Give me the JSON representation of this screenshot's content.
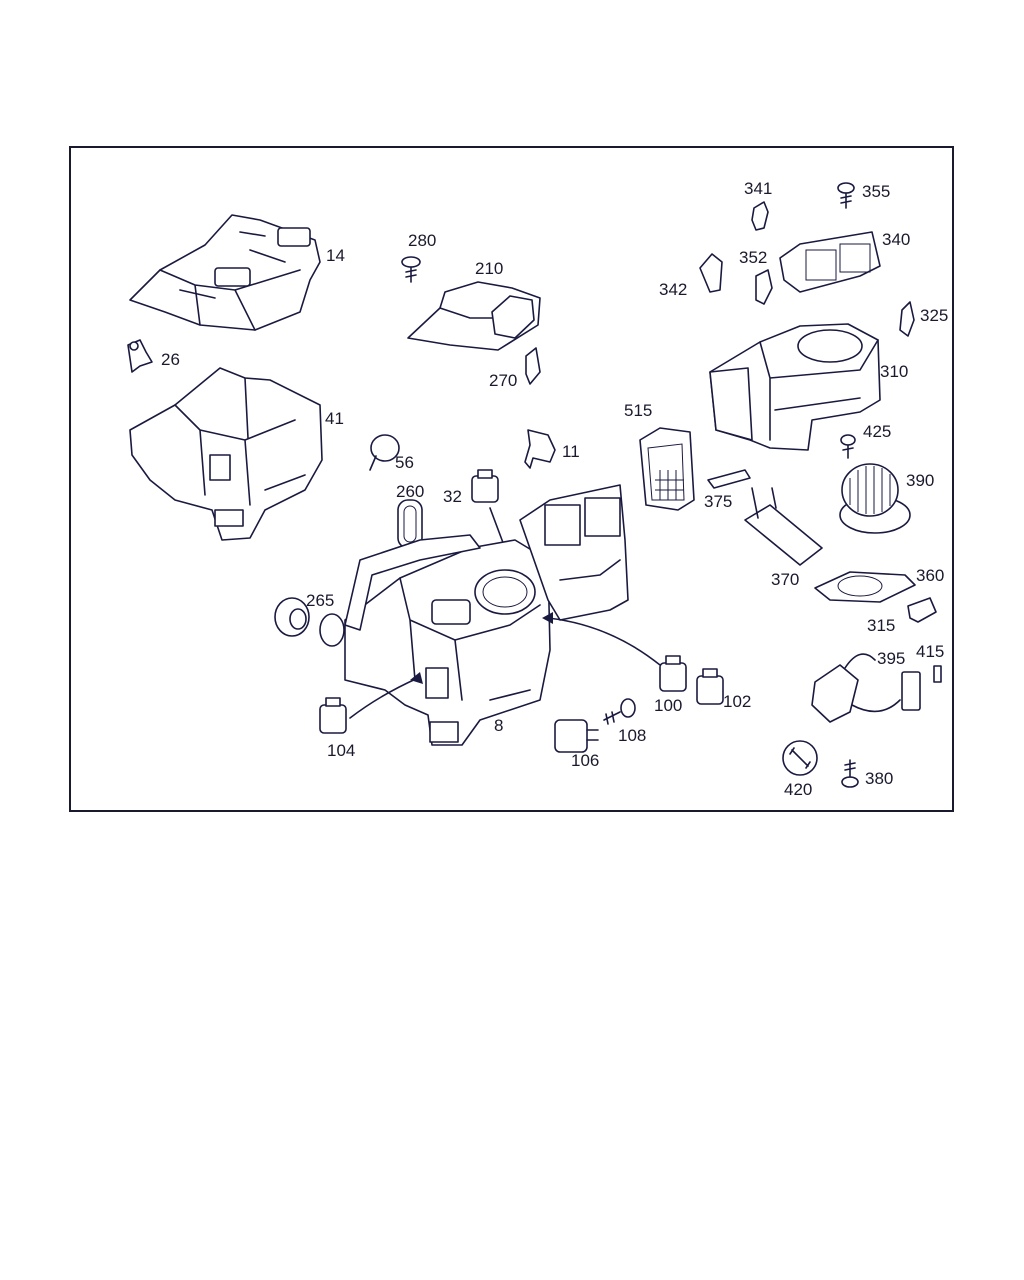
{
  "colors": {
    "line": "#1a1a40",
    "background": "#ffffff"
  },
  "labels": [
    {
      "id": "14",
      "text": "14"
    },
    {
      "id": "26",
      "text": "26"
    },
    {
      "id": "41",
      "text": "41"
    },
    {
      "id": "280",
      "text": "280"
    },
    {
      "id": "210",
      "text": "210"
    },
    {
      "id": "270",
      "text": "270"
    },
    {
      "id": "56",
      "text": "56"
    },
    {
      "id": "11",
      "text": "11"
    },
    {
      "id": "260",
      "text": "260"
    },
    {
      "id": "32",
      "text": "32"
    },
    {
      "id": "265",
      "text": "265"
    },
    {
      "id": "104",
      "text": "104"
    },
    {
      "id": "8",
      "text": "8"
    },
    {
      "id": "106",
      "text": "106"
    },
    {
      "id": "108",
      "text": "108"
    },
    {
      "id": "100",
      "text": "100"
    },
    {
      "id": "102",
      "text": "102"
    },
    {
      "id": "515",
      "text": "515"
    },
    {
      "id": "341",
      "text": "341"
    },
    {
      "id": "355",
      "text": "355"
    },
    {
      "id": "352",
      "text": "352"
    },
    {
      "id": "342",
      "text": "342"
    },
    {
      "id": "340",
      "text": "340"
    },
    {
      "id": "325",
      "text": "325"
    },
    {
      "id": "310",
      "text": "310"
    },
    {
      "id": "425",
      "text": "425"
    },
    {
      "id": "375",
      "text": "375"
    },
    {
      "id": "390",
      "text": "390"
    },
    {
      "id": "370",
      "text": "370"
    },
    {
      "id": "360",
      "text": "360"
    },
    {
      "id": "315",
      "text": "315"
    },
    {
      "id": "395",
      "text": "395"
    },
    {
      "id": "415",
      "text": "415"
    },
    {
      "id": "420",
      "text": "420"
    },
    {
      "id": "380",
      "text": "380"
    }
  ]
}
